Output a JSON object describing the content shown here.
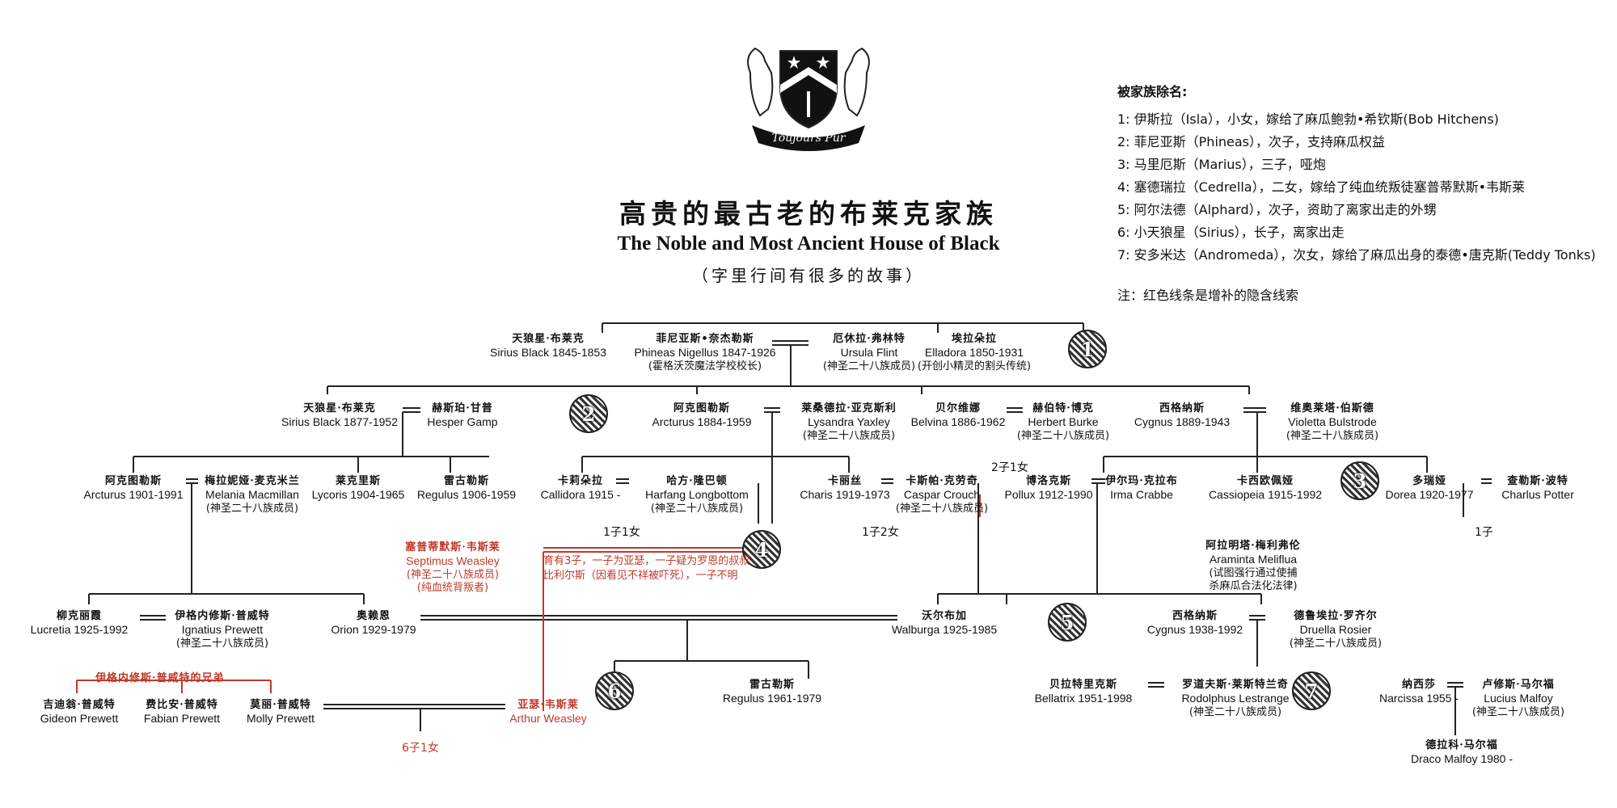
{
  "title_cn": "高贵的最古老的布莱克家族",
  "title_en": "The Noble and Most Ancient House of Black",
  "subtitle": "（字里行间有很多的故事）",
  "motto": "Toujours Pur",
  "colors": {
    "line": "#222222",
    "hint": "#c0392b"
  },
  "legend": {
    "heading": "被家族除名:",
    "items": [
      "1: 伊斯拉（Isla），小女，嫁给了麻瓜鲍勃•希钦斯(Bob Hitchens)",
      "2: 菲尼亚斯（Phineas），次子，支持麻瓜权益",
      "3: 马里厄斯（Marius），三子，哑炮",
      "4: 塞德瑞拉（Cedrella），二女，嫁给了纯血统叛徒塞普蒂默斯•韦斯莱",
      "5: 阿尔法德（Alphard），次子，资助了离家出走的外甥",
      "6: 小天狼星（Sirius），长子，离家出走",
      "7: 安多米达（Andromeda），次女，嫁给了麻瓜出身的泰德•唐克斯(Teddy Tonks)"
    ],
    "note": "注：红色线条是增补的隐含线索"
  },
  "people": {
    "sirius1845": {
      "cn": "天狼星·布莱克",
      "en": "Sirius  Black 1845-1853"
    },
    "phineas1847": {
      "cn": "菲尼亚斯•奈杰勒斯",
      "en": "Phineas Nigellus 1847-1926",
      "note": "(霍格沃茨魔法学校校长)"
    },
    "ursula": {
      "cn": "厄休拉·弗林特",
      "en": "Ursula Flint",
      "note": "(神圣二十八族成员)"
    },
    "elladora": {
      "cn": "埃拉朵拉",
      "en": "Elladora 1850-1931",
      "note": "(开创小精灵的割头传统)"
    },
    "sirius1877": {
      "cn": "天狼星·布莱克",
      "en": "Sirius  Black 1877-1952"
    },
    "hesper": {
      "cn": "赫斯珀·甘普",
      "en": "Hesper Gamp"
    },
    "arcturus1884": {
      "cn": "阿克图勒斯",
      "en": "Arcturus 1884-1959"
    },
    "lysandra": {
      "cn": "莱桑德拉·亚克斯利",
      "en": "Lysandra Yaxley",
      "note": "(神圣二十八族成员)"
    },
    "belvina": {
      "cn": "贝尔维娜",
      "en": "Belvina 1886-1962"
    },
    "herbert": {
      "cn": "赫伯特·博克",
      "en": "Herbert Burke",
      "note": "(神圣二十八族成员)"
    },
    "cygnus1889": {
      "cn": "西格纳斯",
      "en": "Cygnus 1889-1943"
    },
    "violetta": {
      "cn": "维奥莱塔·伯斯德",
      "en": "Violetta Bulstrode",
      "note": "(神圣二十八族成员)"
    },
    "arcturus1901": {
      "cn": "阿克图勒斯",
      "en": "Arcturus 1901-1991"
    },
    "melania": {
      "cn": "梅拉妮娅·麦克米兰",
      "en": "Melania Macmillan",
      "note": "(神圣二十八族成员)"
    },
    "lycoris": {
      "cn": "莱克里斯",
      "en": "Lycoris 1904-1965"
    },
    "regulus1906": {
      "cn": "雷古勒斯",
      "en": "Regulus 1906-1959"
    },
    "callidora": {
      "cn": "卡莉朵拉",
      "en": "Callidora 1915 -"
    },
    "harfang": {
      "cn": "哈方·隆巴顿",
      "en": "Harfang Longbottom",
      "note": "(神圣二十八族成员)"
    },
    "charis": {
      "cn": "卡丽丝",
      "en": "Charis 1919-1973"
    },
    "caspar": {
      "cn": "卡斯帕·克劳奇",
      "en": "Caspar Crouch",
      "note": "(神圣二十八族成员)"
    },
    "pollux": {
      "cn": "博洛克斯",
      "en": "Pollux 1912-1990"
    },
    "irma": {
      "cn": "伊尔玛·克拉布",
      "en": "Irma Crabbe"
    },
    "cassiopeia": {
      "cn": "卡西欧佩娅",
      "en": "Cassiopeia 1915-1992"
    },
    "dorea": {
      "cn": "多瑞娅",
      "en": "Dorea 1920-1977"
    },
    "charlus": {
      "cn": "查勒斯·波特",
      "en": "Charlus Potter"
    },
    "septimus": {
      "cn": "塞普蒂默斯·韦斯莱",
      "en": "Septimus Weasley",
      "note": "(神圣二十八族成员)",
      "note2": "(纯血统背叛者)"
    },
    "araminta": {
      "cn": "阿拉明塔·梅利弗伦",
      "en": "Araminta Meliflua",
      "note": "(试图强行通过使捕",
      "note2": "杀麻瓜合法化法律)"
    },
    "lucretia": {
      "cn": "柳克丽霞",
      "en": "Lucretia 1925-1992"
    },
    "ignatius": {
      "cn": "伊格内修斯·普威特",
      "en": "Ignatius Prewett",
      "note": "(神圣二十八族成员)"
    },
    "orion": {
      "cn": "奥赖恩",
      "en": "Orion 1929-1979"
    },
    "walburga": {
      "cn": "沃尔布加",
      "en": "Walburga 1925-1985"
    },
    "cygnus1938": {
      "cn": "西格纳斯",
      "en": "Cygnus 1938-1992"
    },
    "druella": {
      "cn": "德鲁埃拉·罗齐尔",
      "en": "Druella Rosier",
      "note": "(神圣二十八族成员)"
    },
    "gideon": {
      "cn": "吉迪翁·普威特",
      "en": "Gideon Prewett"
    },
    "fabian": {
      "cn": "费比安·普威特",
      "en": "Fabian Prewett"
    },
    "molly": {
      "cn": "莫丽·普威特",
      "en": "Molly Prewett"
    },
    "arthur": {
      "cn": "亚瑟·韦斯莱",
      "en": "Arthur Weasley"
    },
    "regulus1961": {
      "cn": "雷古勒斯",
      "en": "Regulus 1961-1979"
    },
    "bellatrix": {
      "cn": "贝拉特里克斯",
      "en": "Bellatrix 1951-1998"
    },
    "rodolphus": {
      "cn": "罗道夫斯·莱斯特兰奇",
      "en": "Rodolphus Lestrange",
      "note": "(神圣二十八族成员)"
    },
    "narcissa": {
      "cn": "纳西莎",
      "en": "Narcissa 1955 -"
    },
    "lucius": {
      "cn": "卢修斯·马尔福",
      "en": "Lucius Malfoy",
      "note": "(神圣二十八族成员)"
    },
    "draco": {
      "cn": "德拉科·马尔福",
      "en": "Draco Malfoy 1980 -"
    }
  },
  "annotations": {
    "children_herbert": "2子1女",
    "children_harfang": "1子1女",
    "children_caspar": "1子2女",
    "children_charlus": "1子",
    "children_arthur": "6子1女",
    "prewett_brothers": "伊格内修斯·普威特的兄弟",
    "septimus_line1": "育有3子，一子为亚瑟，一子疑为罗恩的叔叔",
    "septimus_line2": "比利尔斯（因看见不祥被吓死），一子不明"
  },
  "markers": [
    "1",
    "2",
    "3",
    "4",
    "5",
    "6",
    "7"
  ]
}
